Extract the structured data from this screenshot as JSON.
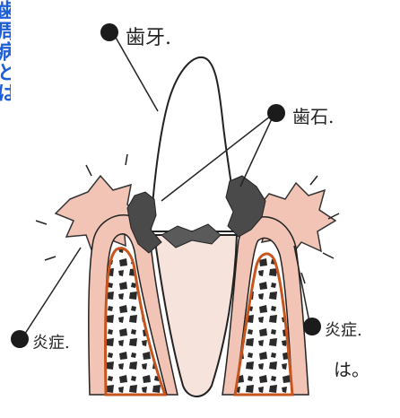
{
  "side_title": "歯周病とは",
  "labels": {
    "tooth": "歯牙.",
    "tartar": "歯石.",
    "inflammation_left": "炎症.",
    "inflammation_right": "炎症.",
    "signature": "は。"
  },
  "colors": {
    "gum": "#f1c4b5",
    "gum_edge": "#d07a52",
    "bone_edge": "#c8541e",
    "tartar": "#4a4a4a",
    "title_blue": "#1e5fd8"
  }
}
